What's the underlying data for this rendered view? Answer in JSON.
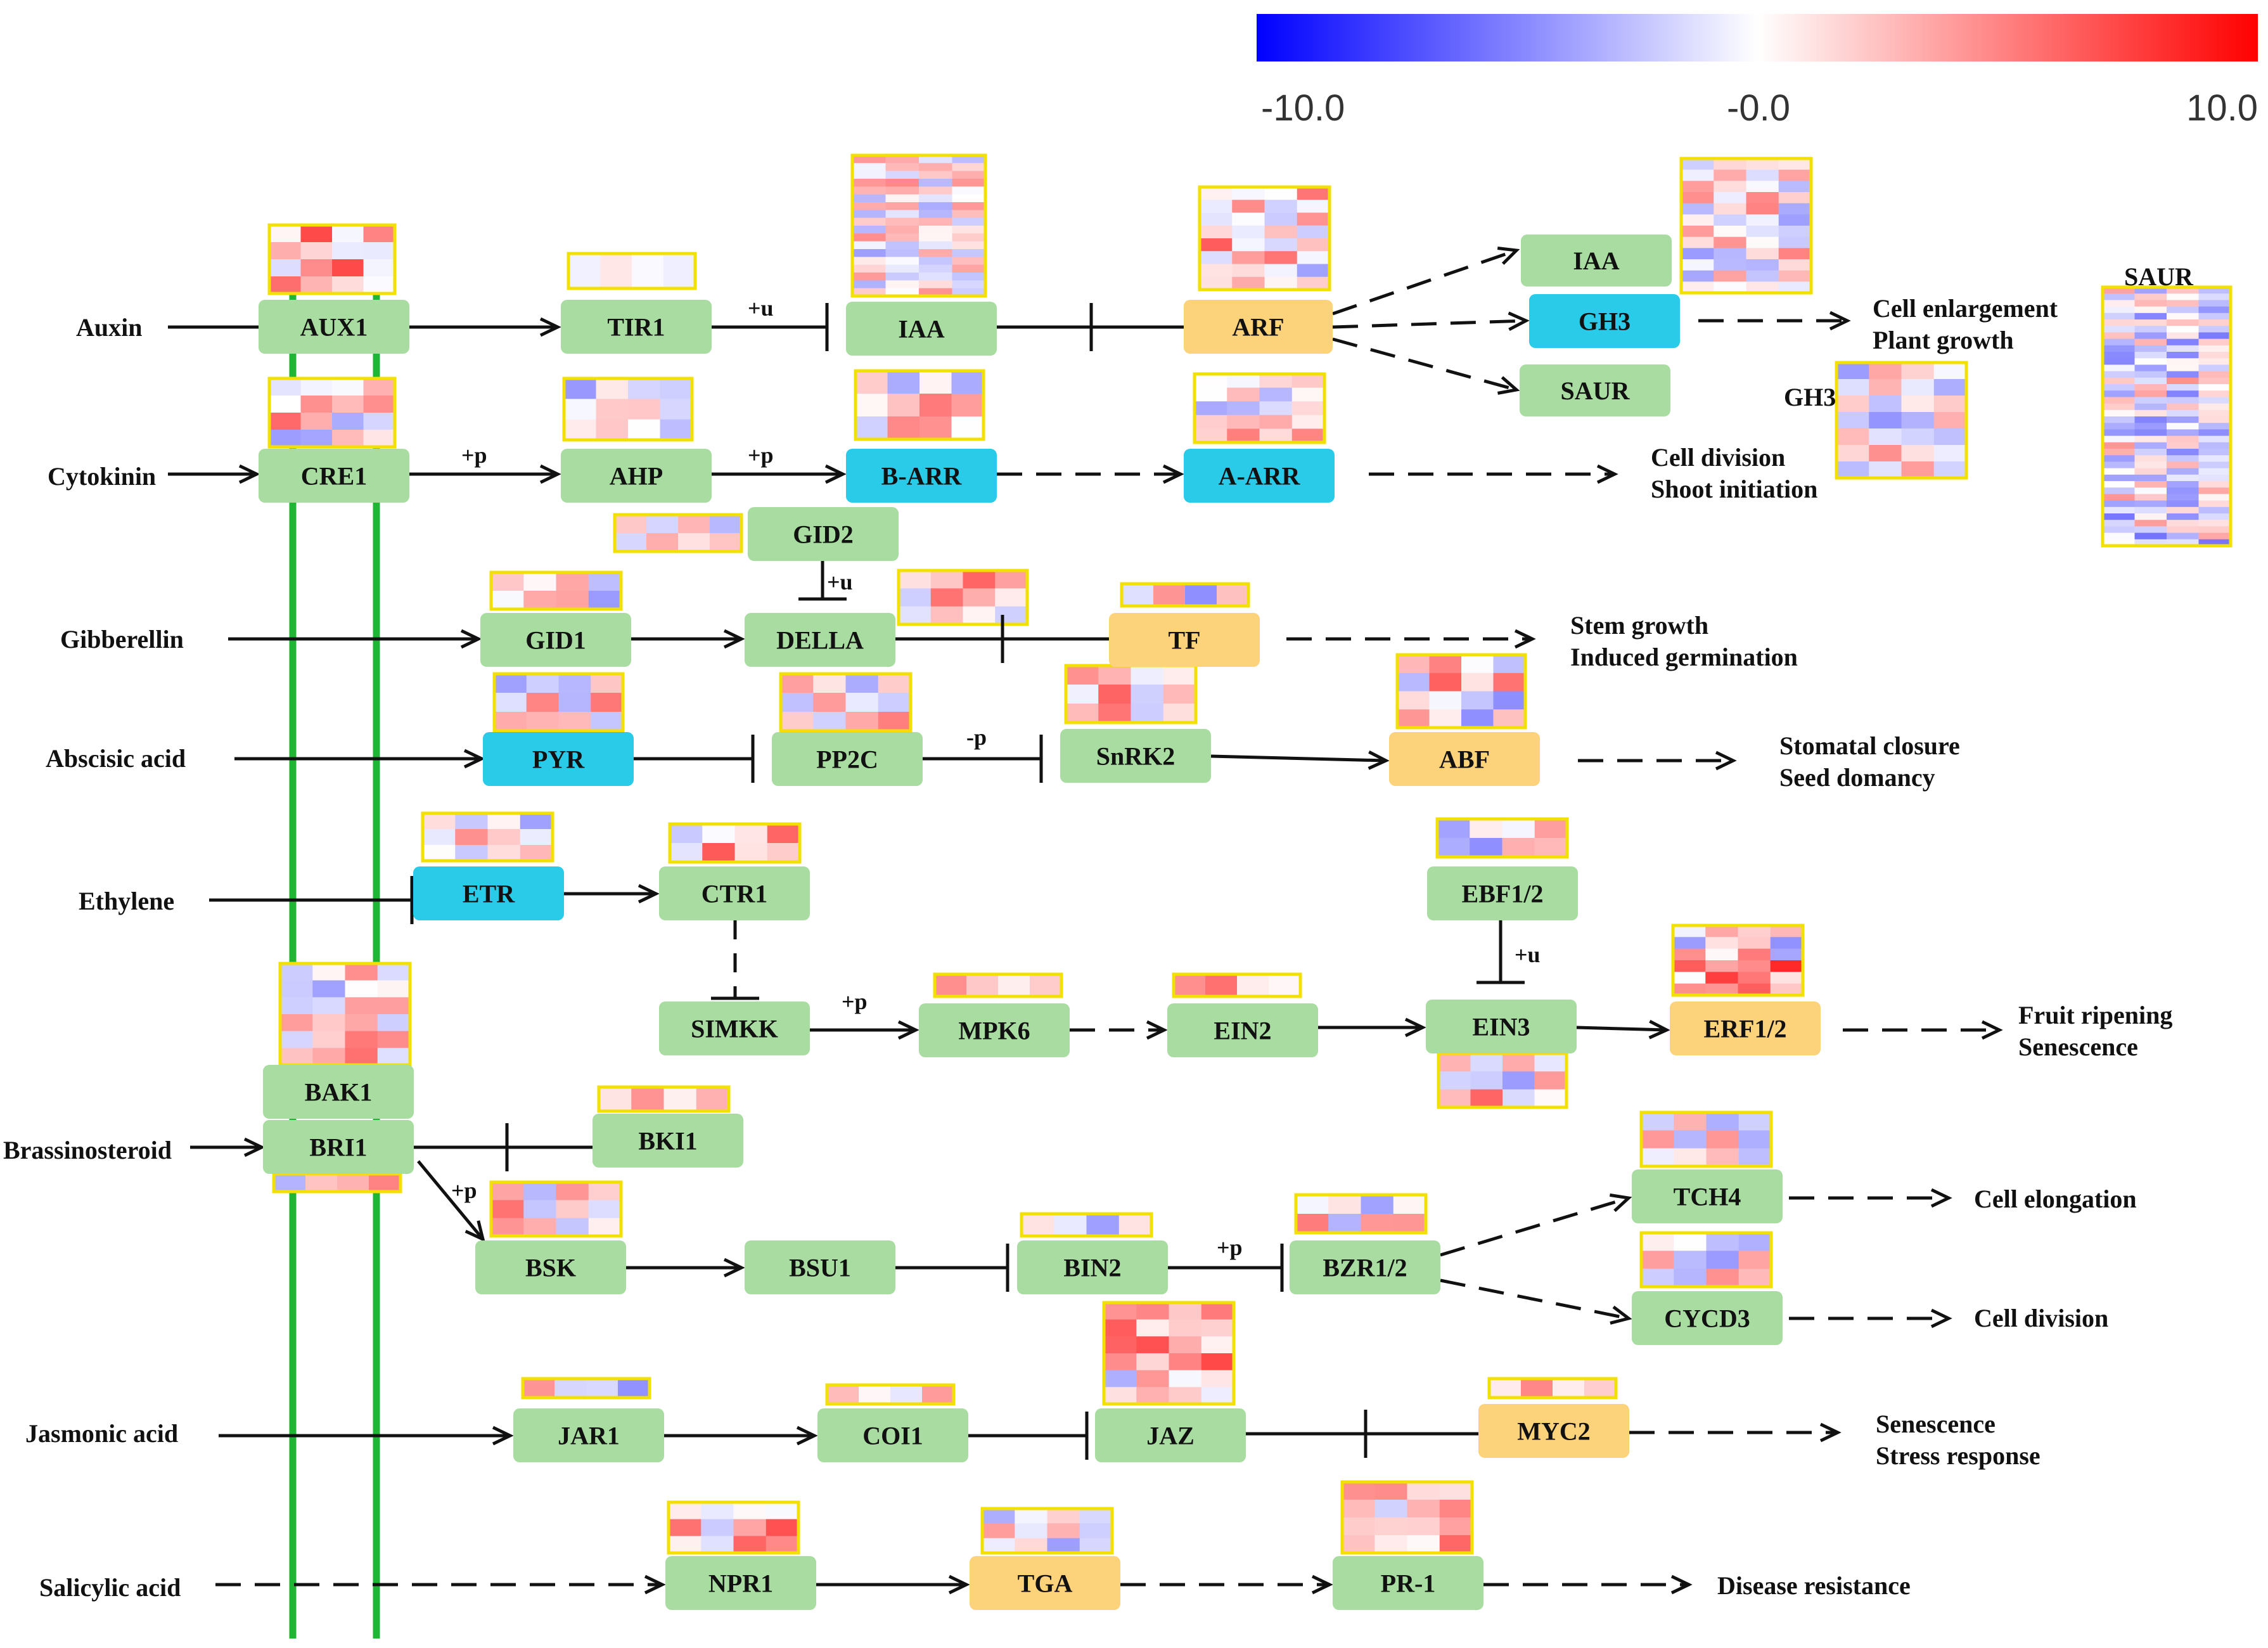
{
  "colors": {
    "gene_green": "#a8dca0",
    "gene_blue": "#29cbe8",
    "gene_orange": "#fcd27a",
    "pathway_line": "#1fb535",
    "heatmap_border": "#f2e000",
    "arrow": "#111111",
    "scale_low": "#0000ff",
    "scale_mid": "#ffffff",
    "scale_high": "#ff0000"
  },
  "color_scale": {
    "min_label": "-10.0",
    "mid_label": "-0.0",
    "max_label": "10.0",
    "min": -10,
    "max": 10
  },
  "hormones": {
    "auxin": "Auxin",
    "cytokinin": "Cytokinin",
    "gibberellin": "Gibberellin",
    "abscisic_acid": "Abscisic  acid",
    "ethylene": "Ethylene",
    "brassinosteroid": "Brassinosteroid",
    "jasmonic_acid": "Jasmonic acid",
    "salicylic_acid": "Salicylic acid"
  },
  "genes": {
    "aux1": "AUX1",
    "tir1": "TIR1",
    "iaa": "IAA",
    "arf": "ARF",
    "iaa2": "IAA",
    "gh3": "GH3",
    "saur": "SAUR",
    "cre1": "CRE1",
    "ahp": "AHP",
    "b_arr": "B-ARR",
    "a_arr": "A-ARR",
    "gid2": "GID2",
    "gid1": "GID1",
    "della": "DELLA",
    "tf": "TF",
    "pyr": "PYR",
    "pp2c": "PP2C",
    "snrk2": "SnRK2",
    "abf": "ABF",
    "etr": "ETR",
    "ctr1": "CTR1",
    "ebf12": "EBF1/2",
    "simkk": "SIMKK",
    "mpk6": "MPK6",
    "ein2": "EIN2",
    "ein3": "EIN3",
    "erf12": "ERF1/2",
    "bak1": "BAK1",
    "bri1": "BRI1",
    "bki1": "BKI1",
    "bsk": "BSK",
    "bsu1": "BSU1",
    "bin2": "BIN2",
    "bzr12": "BZR1/2",
    "tch4": "TCH4",
    "cycd3": "CYCD3",
    "jar1": "JAR1",
    "coi1": "COI1",
    "jaz": "JAZ",
    "myc2": "MYC2",
    "npr1": "NPR1",
    "tga": "TGA",
    "pr1": "PR-1"
  },
  "outcomes": {
    "cell_enlargement": "Cell enlargement",
    "plant_growth": "Plant growth",
    "cell_division_1": "Cell division",
    "shoot_initiation": "Shoot initiation",
    "stem_growth": "Stem growth",
    "induced_germination": "Induced germination",
    "stomatal_closure": "Stomatal closure",
    "seed_domancy": "Seed domancy",
    "fruit_ripening": "Fruit ripening",
    "senescence_1": "Senescence",
    "cell_elongation": "Cell elongation",
    "cell_division_2": "Cell division",
    "senescence_2": "Senescence",
    "stress_response": "Stress response",
    "disease_resistance": "Disease resistance"
  },
  "annotations": {
    "aux_u": "+u",
    "cyt_p1": "+p",
    "cyt_p2": "+p",
    "gid_u": "+u",
    "aba_p": "-p",
    "eth_p": "+p",
    "eth_u": "+u",
    "br_p1": "+p",
    "br_p2": "+p"
  },
  "heatmap_titles": {
    "gh3": "GH3",
    "saur": "SAUR"
  }
}
